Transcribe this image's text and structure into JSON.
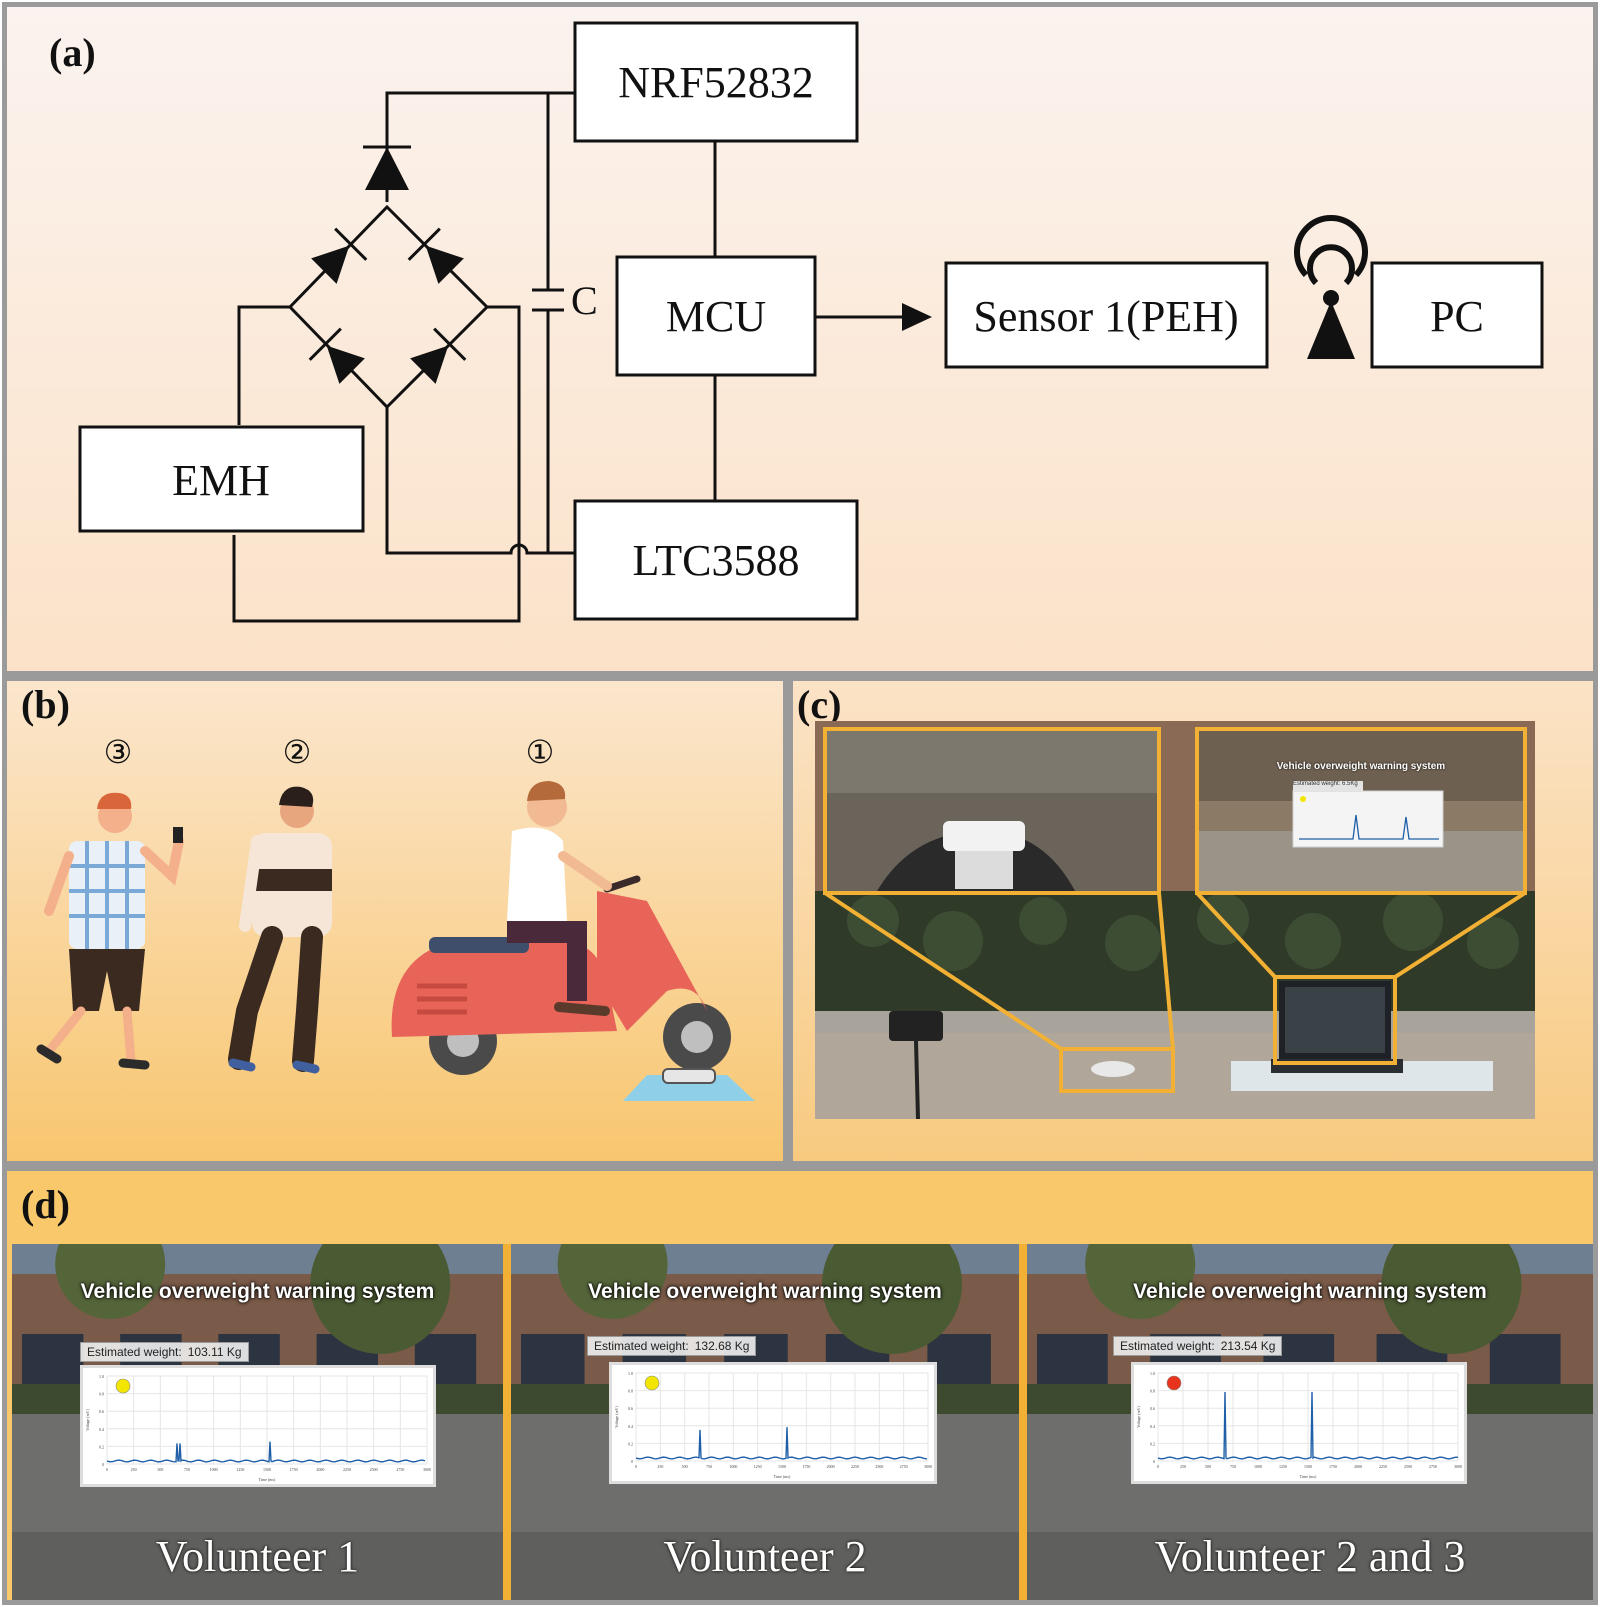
{
  "panel_a": {
    "label": "(a)",
    "blocks": {
      "nrf": "NRF52832",
      "mcu": "MCU",
      "ltc": "LTC3588",
      "emh": "EMH",
      "sensor": "Sensor 1(PEH)",
      "pc": "PC",
      "capacitor": "C"
    },
    "icons": [
      "diode-icon",
      "wireless-antenna-icon",
      "arrow-icon"
    ]
  },
  "panel_b": {
    "label": "(b)",
    "markers": [
      "③",
      "②",
      "①"
    ],
    "icons": [
      "person-icon",
      "scooter-icon",
      "sensor-device-icon"
    ]
  },
  "panel_c": {
    "label": "(c)",
    "inset_title": "Vehicle overweight warning system",
    "inset_weight": "Estimated weight: 6.5Kg",
    "icons": [
      "laptop-icon",
      "sensor-device-icon"
    ]
  },
  "panel_d": {
    "label": "(d)",
    "screens": [
      {
        "title": "Vehicle overweight warning system",
        "weight_label": "Estimated weight:",
        "weight_value": "103.11 Kg",
        "status_color": "#f2e600",
        "caption": "Volunteer 1",
        "peaks": [
          0.2,
          0.22
        ]
      },
      {
        "title": "Vehicle overweight warning system",
        "weight_label": "Estimated weight:",
        "weight_value": "132.68 Kg",
        "status_color": "#f2e600",
        "caption": "Volunteer 2",
        "peaks": [
          0.32,
          0.35
        ]
      },
      {
        "title": "Vehicle overweight warning system",
        "weight_label": "Estimated weight:",
        "weight_value": "213.54 Kg",
        "status_color": "#e8341c",
        "caption": "Volunteer 2 and 3",
        "peaks": [
          0.75,
          0.75
        ]
      }
    ],
    "plot_x_ticks": [
      "0",
      "250",
      "500",
      "750",
      "1000",
      "1250",
      "1500",
      "1750",
      "2000",
      "2250",
      "2500",
      "2750",
      "3000"
    ],
    "plot_y_ticks": [
      "0",
      "0.2",
      "0.4",
      "0.6",
      "0.8",
      "1.0"
    ],
    "plot_xlabel": "Time (ms)",
    "plot_ylabel": "Voltage (mV)"
  },
  "colors": {
    "highlight_frame": "#f2b134",
    "trace": "#1f5fa8",
    "panel_border": "#9a9a9a"
  }
}
